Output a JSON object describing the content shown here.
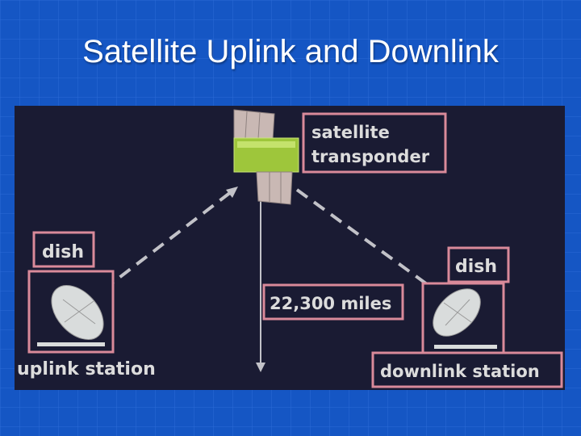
{
  "slide": {
    "title": "Satellite Uplink and Downlink"
  },
  "diagram": {
    "labels": {
      "satellite": [
        "satellite",
        "transponder"
      ],
      "dish_left": "dish",
      "dish_right": "dish",
      "distance": "22,300 miles",
      "uplink": "uplink station",
      "downlink": "downlink station"
    },
    "colors": {
      "background": "#1556c4",
      "panel": "#1a1b33",
      "label_border": "#d98a9a",
      "label_text": "#dcdcdc",
      "transponder": "#9ec63b",
      "solar_panel": "#c9b8b4",
      "dish": "#d9dcdc",
      "link_line": "#c2c2c8"
    }
  }
}
